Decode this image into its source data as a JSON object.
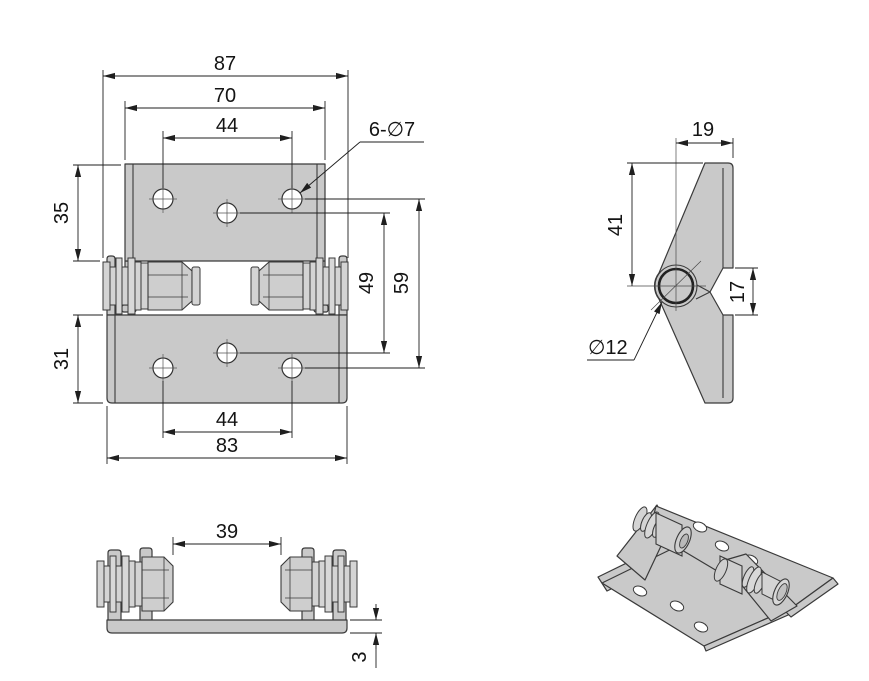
{
  "drawing": {
    "type": "engineering-drawing",
    "subject": "butt hinge with two leaves and twin pivot bolts",
    "colors": {
      "background": "#ffffff",
      "part_fill": "#c9c9c9",
      "washer_fill": "#d4d4d4",
      "nut_fill": "#cecece",
      "line": "#3a3a3a",
      "dimension_line": "#1f1f1f",
      "text": "#141414"
    },
    "front_view": {
      "d_overall_width": "87",
      "d_top_leaf_width": "70",
      "d_top_hole_span": "44",
      "hole_callout": "6-∅7",
      "d_top_leaf_height": "35",
      "d_bottom_leaf_height": "31",
      "d_mid_hole_spacing": "49",
      "d_outer_hole_spacing": "59",
      "d_bottom_hole_span": "44",
      "d_bottom_leaf_width": "83"
    },
    "side_view": {
      "d_pin_offset": "19",
      "d_upper_height": "41",
      "d_leaf_gap": "17",
      "pin_callout": "∅12"
    },
    "bottom_view": {
      "d_inner_span": "39",
      "d_plate_thickness": "3"
    }
  }
}
